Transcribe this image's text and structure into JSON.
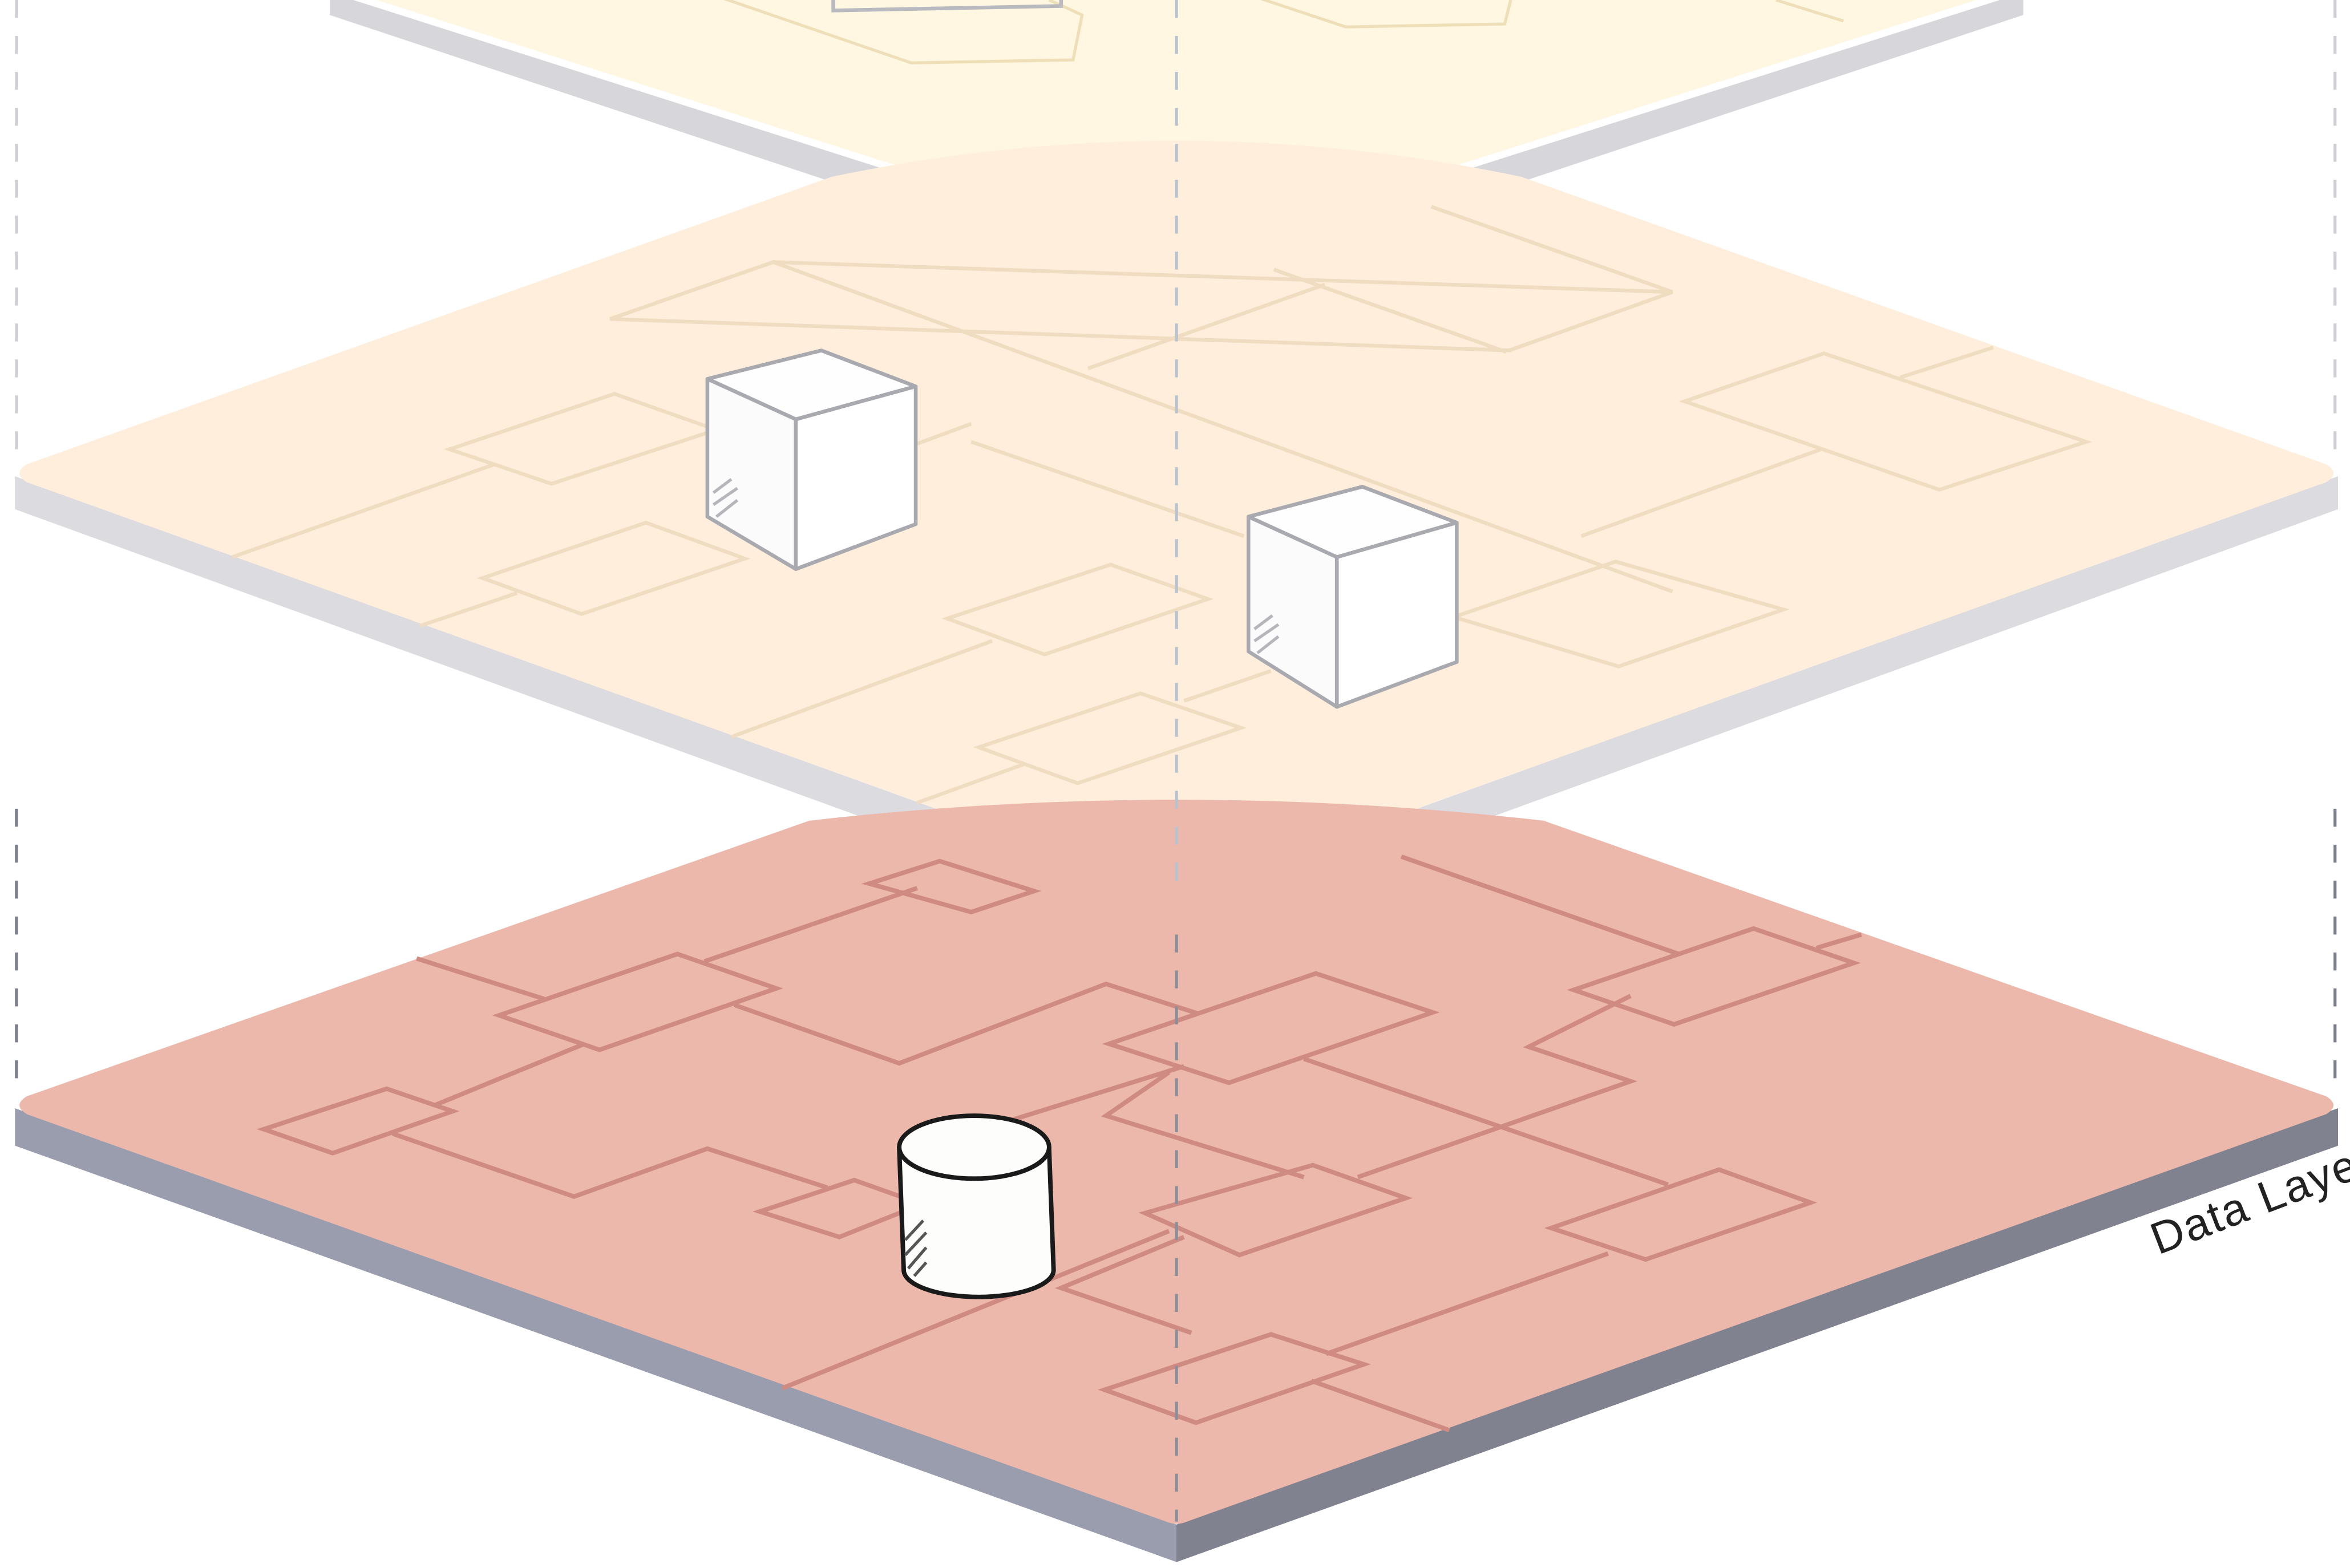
{
  "diagram": {
    "labels": {
      "data_layer": "Data Layer"
    },
    "layers": [
      {
        "id": "top",
        "fill": "#fff7e2",
        "edge": "#d5d5da",
        "lines": "#eedfb8"
      },
      {
        "id": "middle",
        "fill": "#ffeedb",
        "edge": "#d9d9de",
        "lines": "#f0dcc0"
      },
      {
        "id": "data",
        "fill": "#ecb8ac",
        "edge": "#9a9dae",
        "lines": "#cf8a82"
      }
    ],
    "objects": [
      {
        "type": "cube",
        "layer": "middle",
        "icon": "cube-icon"
      },
      {
        "type": "cube",
        "layer": "middle",
        "icon": "cube-icon"
      },
      {
        "type": "cylinder",
        "layer": "data",
        "icon": "database-icon"
      }
    ]
  }
}
